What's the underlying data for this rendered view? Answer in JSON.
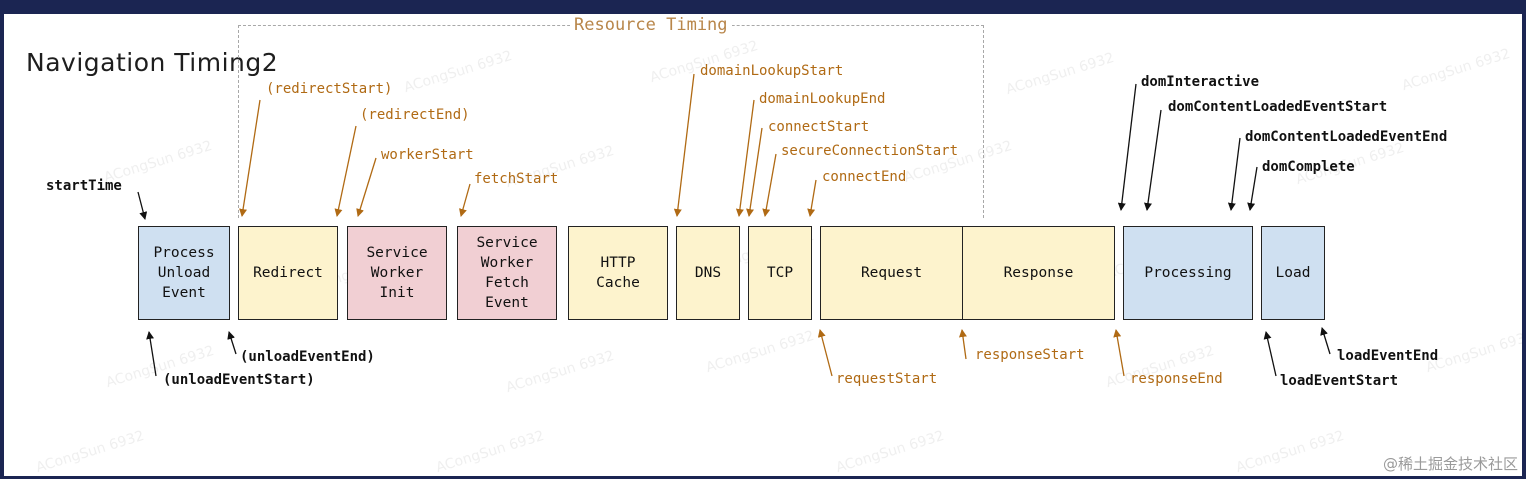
{
  "title": "Navigation Timing2",
  "group_title": "Resource Timing",
  "credit": "@稀土掘金技术社区",
  "watermark": "ACongSun 6932",
  "colors": {
    "blue_box": "#cfe0f1",
    "yellow_box": "#fdf3cd",
    "pink_box": "#f1cfd3",
    "orange_text": "#b06a14",
    "background": "#1b2552"
  },
  "boxes": [
    {
      "id": "process-unload-event",
      "label": "Process\nUnload\nEvent",
      "color": "blue"
    },
    {
      "id": "redirect",
      "label": "Redirect",
      "color": "yellow"
    },
    {
      "id": "service-worker-init",
      "label": "Service\nWorker\nInit",
      "color": "pink"
    },
    {
      "id": "service-worker-fetch-event",
      "label": "Service\nWorker\nFetch\nEvent",
      "color": "pink"
    },
    {
      "id": "http-cache",
      "label": "HTTP\nCache",
      "color": "yellow"
    },
    {
      "id": "dns",
      "label": "DNS",
      "color": "yellow"
    },
    {
      "id": "tcp",
      "label": "TCP",
      "color": "yellow"
    },
    {
      "id": "request",
      "label": "Request",
      "color": "yellow"
    },
    {
      "id": "response",
      "label": "Response",
      "color": "yellow"
    },
    {
      "id": "processing",
      "label": "Processing",
      "color": "blue"
    },
    {
      "id": "load",
      "label": "Load",
      "color": "blue"
    }
  ],
  "labels": {
    "startTime": "startTime",
    "redirectStart": "(redirectStart)",
    "redirectEnd": "(redirectEnd)",
    "workerStart": "workerStart",
    "fetchStart": "fetchStart",
    "domainLookupStart": "domainLookupStart",
    "domainLookupEnd": "domainLookupEnd",
    "connectStart": "connectStart",
    "secureConnectionStart": "secureConnectionStart",
    "connectEnd": "connectEnd",
    "domInteractive": "domInteractive",
    "domContentLoadedEventStart": "domContentLoadedEventStart",
    "domContentLoadedEventEnd": "domContentLoadedEventEnd",
    "domComplete": "domComplete",
    "unloadEventEnd": "(unloadEventEnd)",
    "unloadEventStart": "(unloadEventStart)",
    "requestStart": "requestStart",
    "responseStart": "responseStart",
    "responseEnd": "responseEnd",
    "loadEventStart": "loadEventStart",
    "loadEventEnd": "loadEventEnd"
  }
}
